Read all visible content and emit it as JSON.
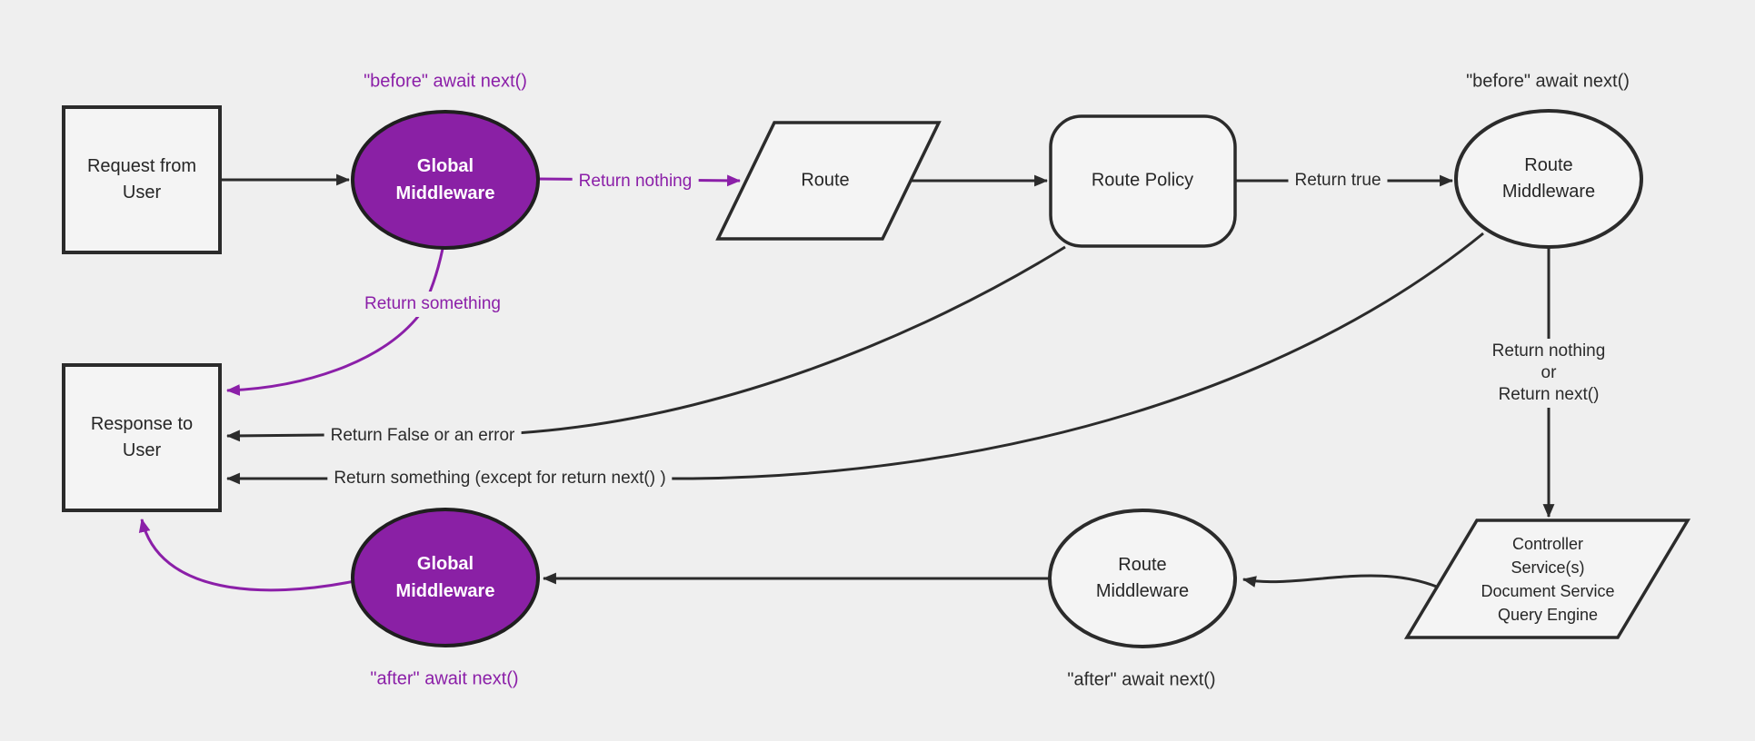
{
  "diagram": {
    "title_hint": "middleware request-response flow",
    "colors": {
      "background": "#efefef",
      "node_fill": "#f4f4f4",
      "node_border": "#2b2b2b",
      "purple_fill": "#8a20a5",
      "purple_accent": "#8b1fa8",
      "edge_black": "#2b2b2b",
      "text_dark": "#2b2b2b",
      "text_white": "#ffffff"
    },
    "nodes": {
      "request": {
        "label": "Request from\nUser",
        "shape": "rectangle"
      },
      "global_middleware_top": {
        "label": "Global\nMiddleware",
        "shape": "ellipse"
      },
      "route": {
        "label": "Route",
        "shape": "parallelogram"
      },
      "route_policy": {
        "label": "Route Policy",
        "shape": "rounded-rectangle"
      },
      "route_middleware_top": {
        "label": "Route\nMiddleware",
        "shape": "ellipse"
      },
      "controller": {
        "label": "Controller\nService(s)\nDocument Service\nQuery Engine",
        "shape": "parallelogram"
      },
      "route_middleware_bottom": {
        "label": "Route\nMiddleware",
        "shape": "ellipse"
      },
      "global_middleware_bottom": {
        "label": "Global\nMiddleware",
        "shape": "ellipse"
      },
      "response": {
        "label": "Response to\nUser",
        "shape": "rectangle"
      }
    },
    "annotations": {
      "before_await_global": "\"before\" await next()",
      "before_await_route": "\"before\" await next()",
      "after_await_route": "\"after\" await next()",
      "after_await_global": "\"after\" await next()"
    },
    "edge_labels": {
      "return_nothing": "Return nothing",
      "return_true": "Return true",
      "return_nothing_or_next": "Return nothing\nor\nReturn next()",
      "return_something": "Return something",
      "return_false_or_error": "Return False or an error",
      "return_something_except": "Return something (except for return next() )"
    }
  }
}
